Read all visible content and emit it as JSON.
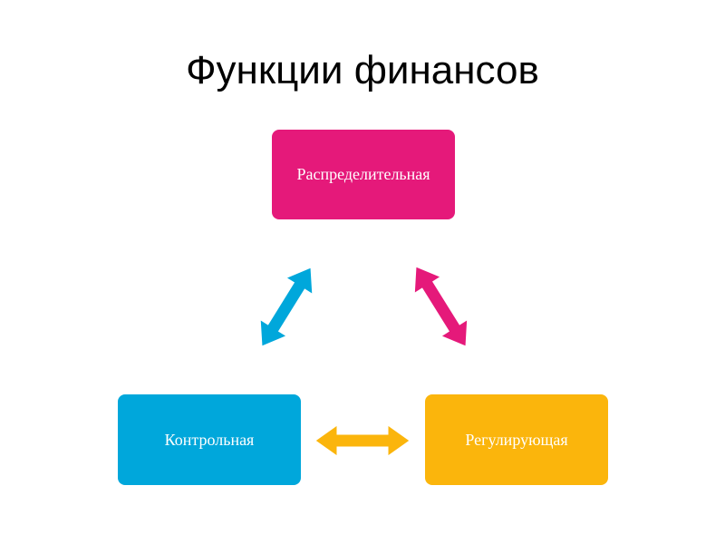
{
  "title": "Функции финансов",
  "nodes": {
    "top": {
      "label": "Распределительная",
      "color": "#E5197A"
    },
    "left": {
      "label": "Контрольная",
      "color": "#00A7DB"
    },
    "right": {
      "label": "Регулирующая",
      "color": "#FBB50C"
    }
  },
  "edges": [
    {
      "from": "left",
      "to": "top",
      "type": "double-arrow",
      "color": "#00A7DB"
    },
    {
      "from": "top",
      "to": "right",
      "type": "double-arrow",
      "color": "#E5197A"
    },
    {
      "from": "left",
      "to": "right",
      "type": "double-arrow",
      "color": "#FBB50C"
    }
  ]
}
